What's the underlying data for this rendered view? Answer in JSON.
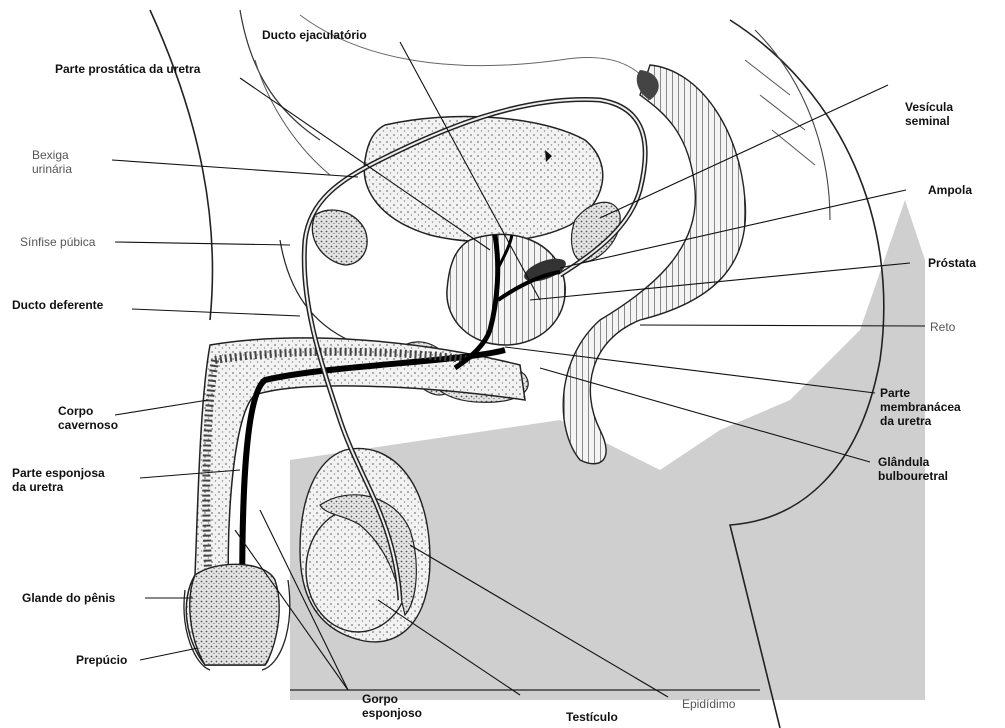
{
  "labels": {
    "ducto_ejaculatorio": "Ducto ejaculatório",
    "parte_prostatica": "Parte prostática da uretra",
    "bexiga": [
      "Bexiga",
      "urinária"
    ],
    "sinfise": "Sínfise púbica",
    "ducto_deferente": "Ducto deferente",
    "corpo_cavernoso": [
      "Corpo",
      "cavernoso"
    ],
    "parte_esponjosa": [
      "Parte esponjosa",
      "da uretra"
    ],
    "glande": "Glande do pênis",
    "prepucio": "Prepúcio",
    "corpo_esponjoso": [
      "Gorpo",
      "esponjoso"
    ],
    "testiculo": "Testículo",
    "epididimo": "Epidídimo",
    "vesicula": [
      "Vesícula",
      "seminal"
    ],
    "ampola": "Ampola",
    "prostata": "Próstata",
    "reto": "Reto",
    "parte_membranacea": [
      "Parte",
      "membranácea",
      "da uretra"
    ],
    "glandula_bulbouretral": [
      "Glândula",
      "bulbouretral"
    ]
  }
}
